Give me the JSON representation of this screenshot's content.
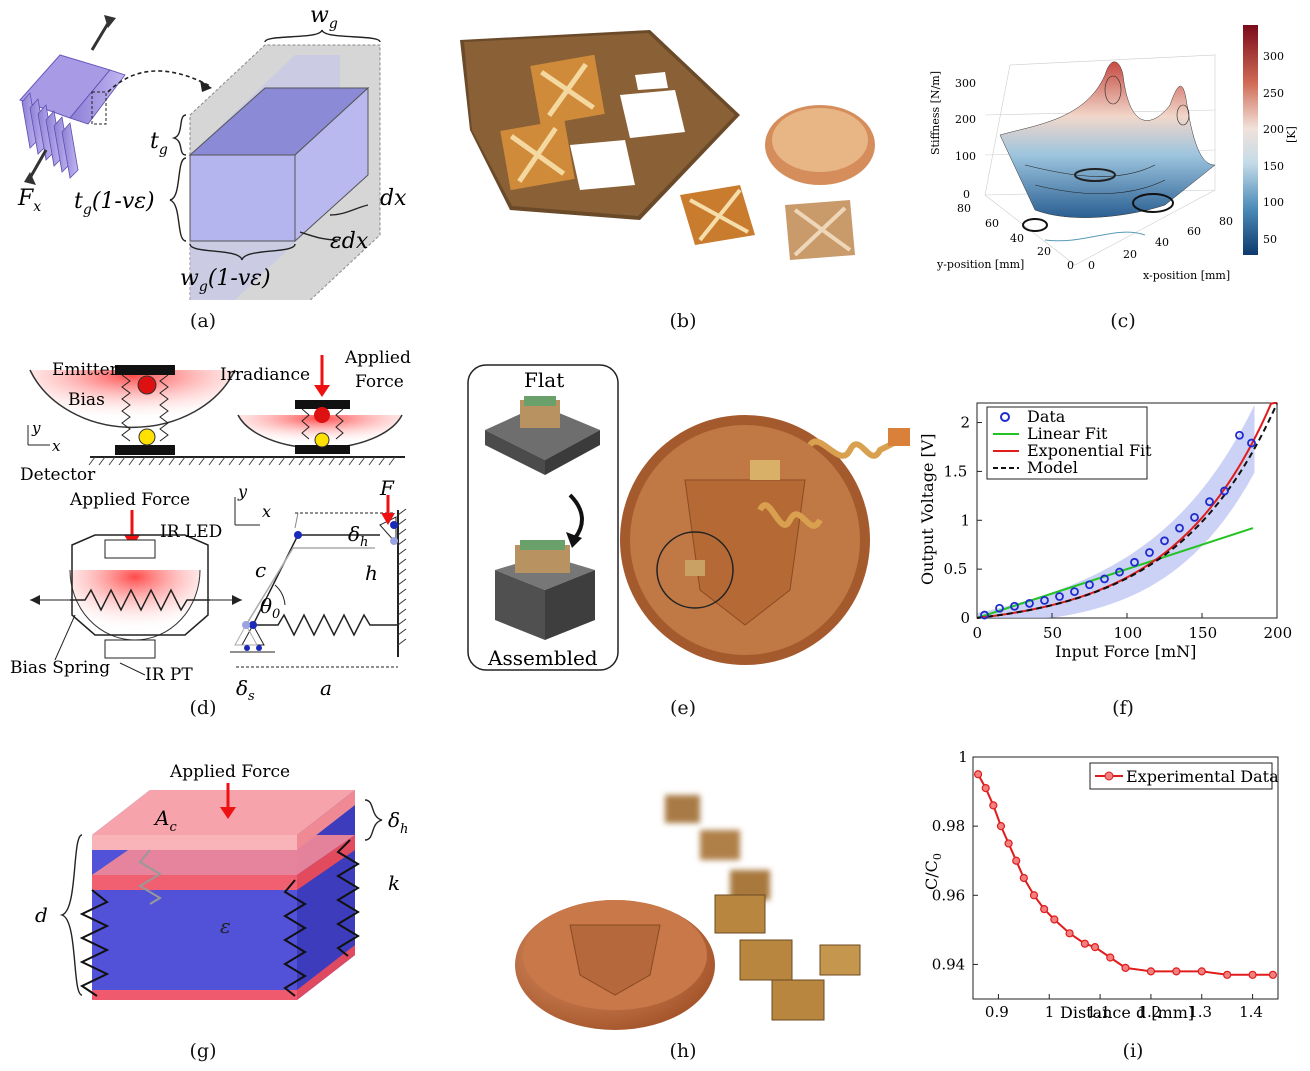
{
  "captions": {
    "a": "(a)",
    "b": "(b)",
    "c": "(c)",
    "d": "(d)",
    "e": "(e)",
    "f": "(f)",
    "g": "(g)",
    "h": "(h)",
    "i": "(i)"
  },
  "panel_a": {
    "wg": "w",
    "wg_sub": "g",
    "tg": "t",
    "tg_sub": "g",
    "tg_reduced": "(1-vε)",
    "wg_reduced": "(1-vε)",
    "dx": "dx",
    "edx": "εdx",
    "fx": "F",
    "fx_sub": "x"
  },
  "panel_c": {
    "zlabel": "Stiffness [N/m]",
    "xlabel": "x-position [mm]",
    "ylabel": "y-position [mm]",
    "cbar_unit": "[K]",
    "zticks": [
      "0",
      "100",
      "200",
      "300"
    ],
    "xticks": [
      "0",
      "20",
      "40",
      "60",
      "80"
    ],
    "yticks": [
      "0",
      "20",
      "40",
      "60",
      "80"
    ],
    "cbar_ticks": [
      "300",
      "250",
      "200",
      "150",
      "100",
      "50"
    ]
  },
  "panel_d": {
    "emitter": "Emitter",
    "irradiance": "Irradiance",
    "bias": "Bias",
    "detector": "Detector",
    "applied_force_top": "Applied",
    "applied_force_top2": "Force",
    "applied_force": "Applied Force",
    "ir_led": "IR LED",
    "ir_pt": "IR PT",
    "bias_spring": "Bias Spring",
    "y": "y",
    "x": "x",
    "F": "F",
    "c": "c",
    "h": "h",
    "a": "a",
    "theta": "θ",
    "theta_sub": "0",
    "delta_h": "δ",
    "delta_h_sub": "h",
    "delta_s": "δ",
    "delta_s_sub": "s"
  },
  "panel_e": {
    "flat": "Flat",
    "assembled": "Assembled"
  },
  "panel_g": {
    "applied_force": "Applied Force",
    "ac": "A",
    "ac_sub": "c",
    "delta_h": "δ",
    "delta_h_sub": "h",
    "k": "k",
    "d": "d",
    "eps": "ε"
  },
  "chart_f": {
    "type": "scatter",
    "xlabel": "Input Force [mN]",
    "ylabel": "Output Voltage [V]",
    "xlim": [
      0,
      200
    ],
    "ylim": [
      0,
      2.2
    ],
    "xticks": [
      "0",
      "50",
      "100",
      "150",
      "200"
    ],
    "yticks": [
      "0",
      "0.5",
      "1",
      "1.5",
      "2"
    ],
    "legend": [
      "Data",
      "Linear Fit",
      "Exponential Fit",
      "Model"
    ],
    "colors": {
      "data": "#1f2bd0",
      "linear": "#22c422",
      "exp": "#e01c1c",
      "model": "#111111",
      "band": "#b7bdf2"
    },
    "data_x": [
      5,
      15,
      25,
      35,
      45,
      55,
      65,
      75,
      85,
      95,
      105,
      115,
      125,
      135,
      145,
      155,
      165,
      175,
      183
    ],
    "data_y": [
      0.03,
      0.1,
      0.12,
      0.15,
      0.18,
      0.22,
      0.27,
      0.34,
      0.4,
      0.47,
      0.57,
      0.67,
      0.79,
      0.92,
      1.03,
      1.19,
      1.3,
      1.87,
      1.79
    ],
    "linear": {
      "x": [
        0,
        184
      ],
      "y": [
        0,
        0.92
      ]
    },
    "exp_fit": {
      "a": 0.115,
      "b": 0.0153,
      "c": -0.115
    },
    "model": {
      "a": 0.12,
      "b": 0.0148,
      "c": -0.12
    }
  },
  "chart_i": {
    "type": "line",
    "xlabel": "Distance d [mm]",
    "ylabel": "C/C",
    "ylabel_sub": "0",
    "xlim": [
      0.85,
      1.45
    ],
    "ylim": [
      0.93,
      1.0
    ],
    "xticks": [
      "0.9",
      "1",
      "1.1",
      "1.2",
      "1.3",
      "1.4"
    ],
    "yticks": [
      "1",
      "0.98",
      "0.96",
      "0.94"
    ],
    "legend": "Experimental Data",
    "color": "#e01c1c",
    "x": [
      0.86,
      0.875,
      0.89,
      0.905,
      0.92,
      0.935,
      0.95,
      0.97,
      0.99,
      1.01,
      1.04,
      1.07,
      1.09,
      1.12,
      1.15,
      1.2,
      1.25,
      1.3,
      1.35,
      1.4,
      1.44
    ],
    "y": [
      0.995,
      0.991,
      0.986,
      0.98,
      0.975,
      0.97,
      0.965,
      0.96,
      0.956,
      0.953,
      0.949,
      0.946,
      0.945,
      0.942,
      0.939,
      0.938,
      0.938,
      0.938,
      0.937,
      0.937,
      0.937
    ]
  }
}
